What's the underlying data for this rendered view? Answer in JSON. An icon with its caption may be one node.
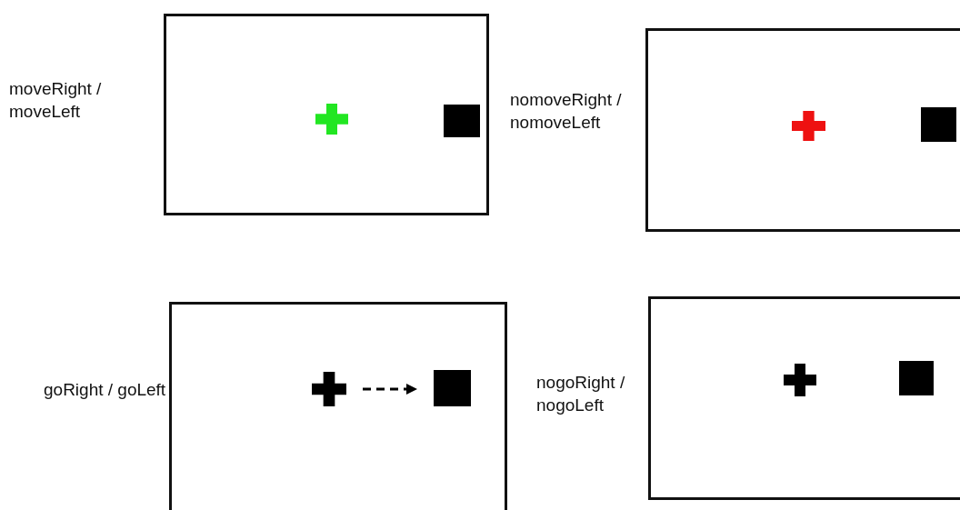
{
  "diagram": {
    "nodes": [
      {
        "text": [],
        "shape": "box",
        "beside": [
          "moveRight / moveLeft"
        ]
      },
      {
        "text": [],
        "shape": "cross",
        "in": 0
      },
      {
        "text": [],
        "shape": "box",
        "in": 0
      },
      {
        "text": [],
        "shape": "box",
        "beside": [
          "nomoveRight / nomoveLeft"
        ]
      },
      {
        "text": [],
        "shape": "cross",
        "in": 3
      },
      {
        "text": [],
        "shape": "box",
        "in": 3
      },
      {
        "text": [],
        "shape": "box",
        "beside": [
          "goRight / goLeft"
        ]
      },
      {
        "text": [],
        "shape": "cross",
        "in": 6
      },
      {
        "text": [],
        "shape": "box",
        "in": 6
      },
      {
        "text": [],
        "shape": "box",
        "beside": [
          "nogoRight / nogoLeft"
        ]
      },
      {
        "text": [],
        "shape": "cross",
        "in": 9
      },
      {
        "text": [],
        "shape": "box",
        "in": 9
      }
    ],
    "edges": [
      {
        "from": 7,
        "to": 8,
        "arrow": "to",
        "style": "dashed"
      }
    ]
  }
}
